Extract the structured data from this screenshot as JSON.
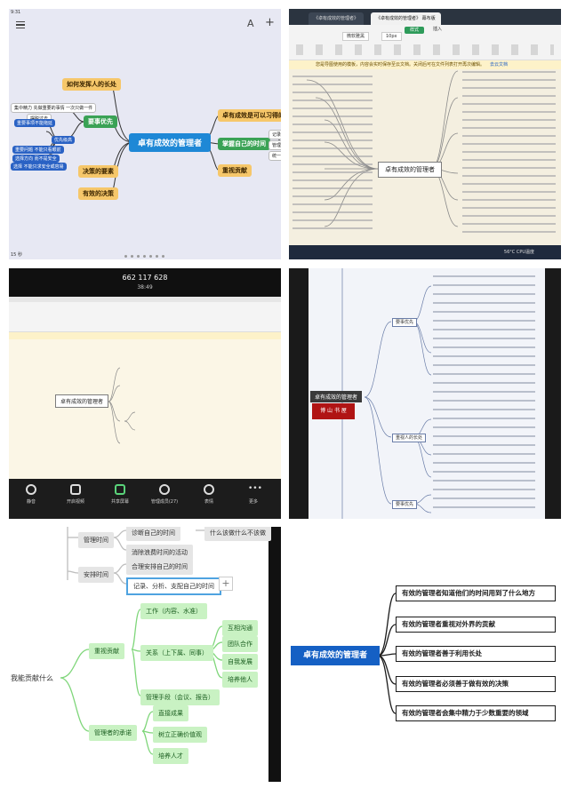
{
  "panel1": {
    "status": "9:31",
    "center": "卓有成效的管理者",
    "left_nodes": [
      {
        "label": "如何发挥人的长处",
        "type": "y"
      },
      {
        "label": "要事优先",
        "type": "g"
      },
      {
        "label": "决策的要素",
        "type": "y"
      },
      {
        "label": "有效的决策",
        "type": "y"
      }
    ],
    "right_nodes": [
      {
        "label": "卓有成效是可以习得的",
        "type": "y"
      },
      {
        "label": "掌握自己的时间",
        "type": "g"
      },
      {
        "label": "重视贡献",
        "type": "y"
      }
    ],
    "sub_blue": [
      "重要事项不能拖延",
      "优先级高",
      "重要问题 不能只看眼前",
      "选择方向 而不是安全",
      "选择 不能只求安全或容易"
    ],
    "sub_misc": [
      "集中精力 先做重要的事情 一次只做一件",
      "摆脱过去"
    ],
    "right_tail": [
      "记录",
      "管理",
      "统一"
    ],
    "footer": "15 秒"
  },
  "panel2": {
    "tabs": [
      "《卓有成效的管理者》",
      "《卓有成效的管理者》 幕布版"
    ],
    "font": "微软雅黑",
    "size": "10px",
    "ribbon_buttons": [
      "样式",
      "插入"
    ],
    "notice": "您是导图使用的模板，内容会实时保存至云文档。关闭后可在文件列表打开再次编辑。",
    "notice_link": "去云文档",
    "center": "卓有成效的管理者",
    "weather": "56°C CPU温度"
  },
  "panel3": {
    "meeting_id": "662 117 628",
    "timer": "38:49",
    "center": "卓有成效的管理者",
    "buttons": [
      "静音",
      "开启视频",
      "共享屏幕",
      "管理成员(27)",
      "表情",
      "更多"
    ]
  },
  "panel4": {
    "sections": [
      "要事优先",
      "重视人的长处",
      "要事优先"
    ],
    "stamp": "博 山 书 屋",
    "center": "卓有成效的管理者"
  },
  "panel5": {
    "side": "我能贡献什么",
    "grey": [
      "诊断自己的时间",
      "消除浪费时间的活动",
      "什么该做什么不该做",
      "合理安排自己的时间"
    ],
    "selected": "记录、分析、支配自己的时间",
    "branch_grey": [
      "管理时间",
      "安排时间"
    ],
    "green_main": [
      "重视贡献",
      "管理者的承诺"
    ],
    "green_sub": [
      "工作（内容、水准）",
      "关系（上下属、同事）",
      "管理手段（会议、报告）",
      "直接成果",
      "树立正确价值观",
      "培养人才"
    ],
    "green_leaf": [
      "互相沟通",
      "团队合作",
      "自我发展",
      "培养他人"
    ],
    "plus": "+"
  },
  "panel6": {
    "center": "卓有成效的管理者",
    "items": [
      "有效的管理者知道他们的时间用到了什么地方",
      "有效的管理者重视对外界的贡献",
      "有效的管理者善于利用长处",
      "有效的管理者必须善于做有效的决策",
      "有效的管理者会集中精力于少数重要的领域"
    ]
  }
}
